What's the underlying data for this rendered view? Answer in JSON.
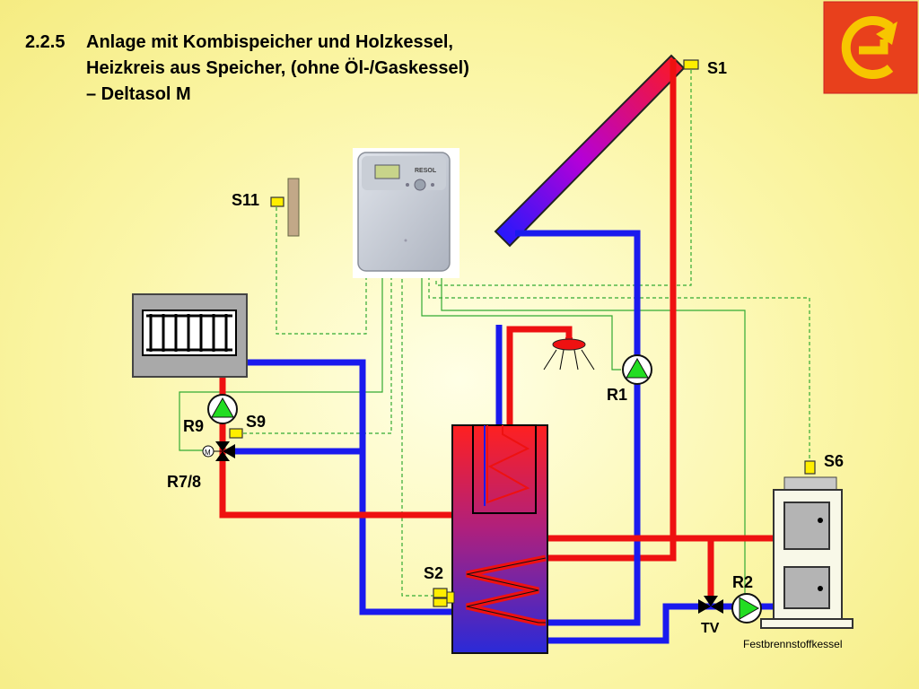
{
  "header": {
    "section_number": "2.2.5",
    "title_line1": "Anlage mit Kombispeicher und Holzkessel,",
    "title_line2": "Heizkreis aus Speicher, (ohne Öl-/Gaskessel)",
    "title_line3": "– Deltasol M"
  },
  "controller": {
    "brand": "RESOL"
  },
  "labels": {
    "s1": "S1",
    "s11": "S11",
    "s9": "S9",
    "r9": "R9",
    "r7_8": "R7/8",
    "r1": "R1",
    "s2": "S2",
    "r2": "R2",
    "s6": "S6",
    "tv": "TV",
    "motor": "M",
    "boiler": "Festbrennstoffkessel"
  },
  "colors": {
    "hot_pipe": "#ee1111",
    "cold_pipe": "#1a1aee",
    "sensor_wire": "#33aa33",
    "sensor": "#ffee00",
    "pump": "#22dd22",
    "logo_bg": "#e8401c",
    "logo_fg": "#f7c600"
  }
}
